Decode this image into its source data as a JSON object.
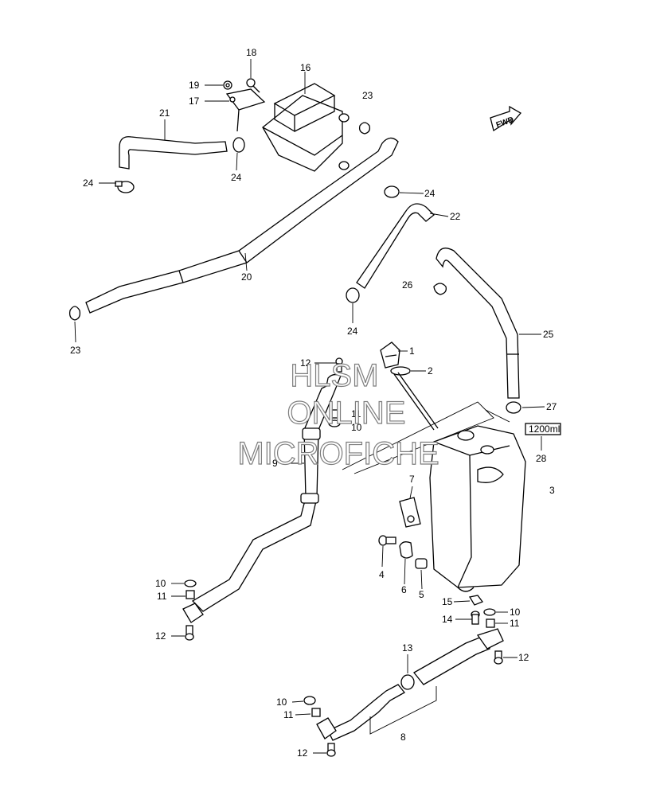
{
  "callouts": {
    "c1": "1",
    "c2": "2",
    "c3": "3",
    "c4": "4",
    "c5": "5",
    "c6": "6",
    "c7": "7",
    "c8": "8",
    "c9": "9",
    "c10a": "10",
    "c10b": "10",
    "c10c": "10",
    "c10d": "10",
    "c11a": "11",
    "c11b": "11",
    "c11c": "11",
    "c11d": "11",
    "c12a": "12",
    "c12b": "12",
    "c12c": "12",
    "c12d": "12",
    "c13": "13",
    "c14": "14",
    "c15": "15",
    "c16": "16",
    "c17": "17",
    "c18": "18",
    "c19": "19",
    "c20": "20",
    "c21": "21",
    "c22": "22",
    "c23a": "23",
    "c23b": "23",
    "c24a": "24",
    "c24b": "24",
    "c24c": "24",
    "c24d": "24",
    "c25": "25",
    "c26": "26",
    "c27": "27",
    "c28": "28"
  },
  "capacity_label": "1200ml",
  "fwd_label": "FWD",
  "watermark": {
    "line1": "HLSM",
    "line2": "ONLINE",
    "line3": "MICROFICHE"
  }
}
